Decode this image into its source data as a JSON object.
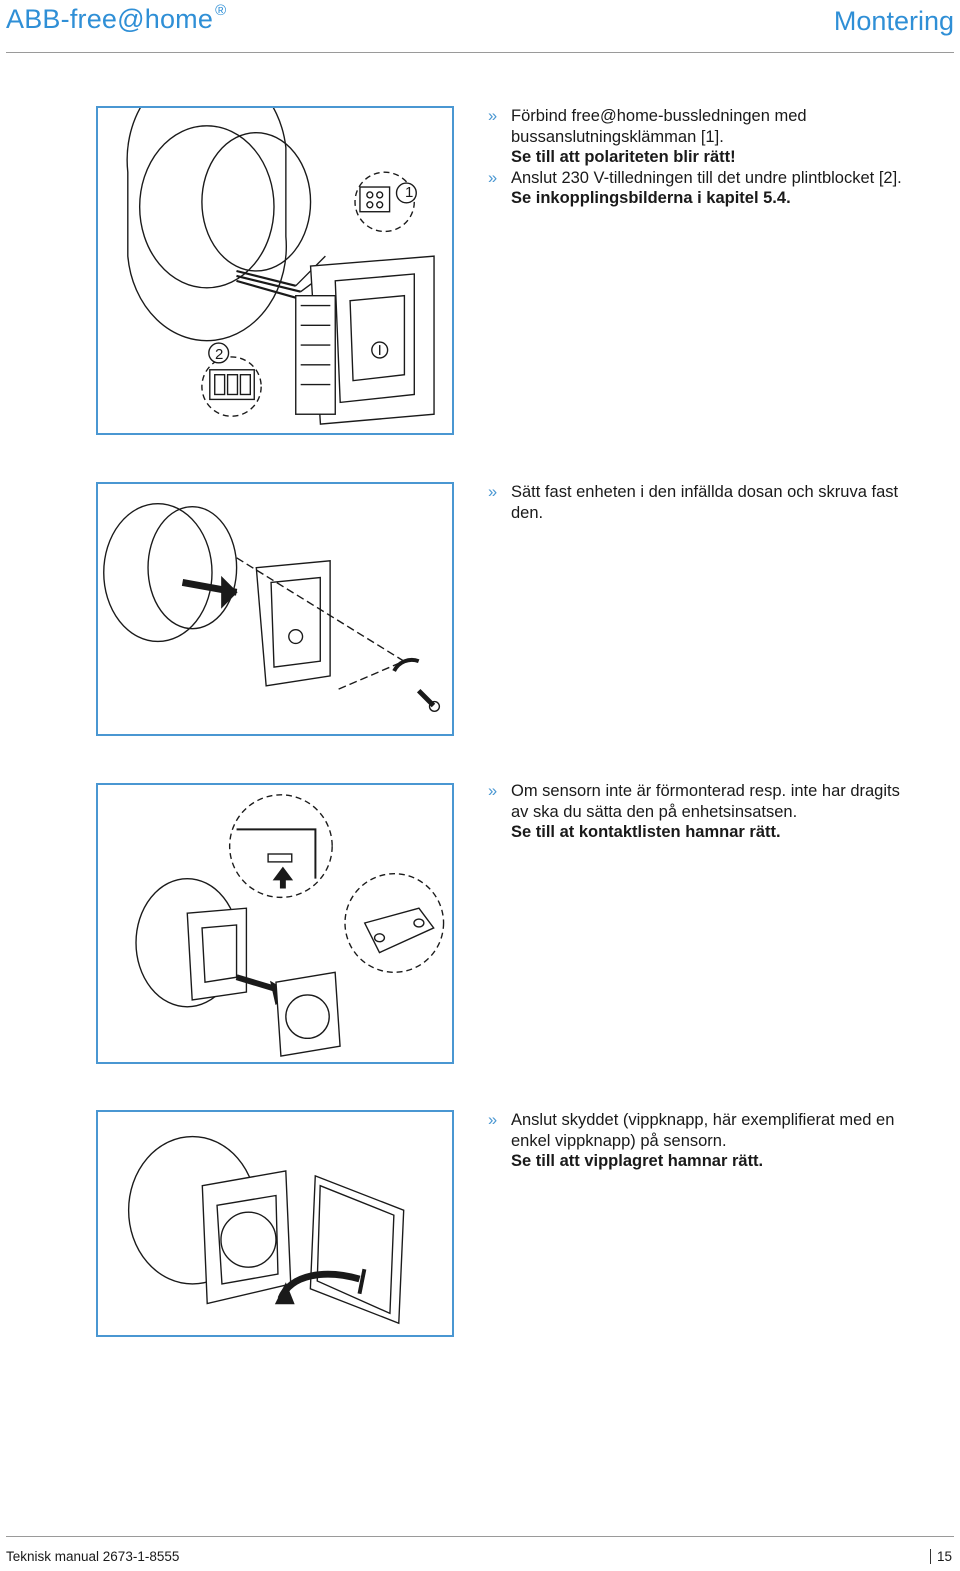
{
  "header": {
    "brand": "ABB-free@home",
    "brand_mark": "®",
    "section": "Montering"
  },
  "steps": [
    {
      "lines": [
        {
          "bullet": "»",
          "text": "Förbind free@home-bussledningen med bussanslutningsklämman [1].",
          "note": "Se till att polariteten blir rätt!"
        },
        {
          "bullet": "»",
          "text": "Anslut 230 V-tilledningen till det undre plintblocket [2].",
          "note": "Se inkopplingsbilderna i kapitel 5.4."
        }
      ],
      "figure_labels": [
        "1",
        "2"
      ]
    },
    {
      "lines": [
        {
          "bullet": "»",
          "text": "Sätt fast enheten i den infällda dosan och skruva fast den.",
          "note": ""
        }
      ]
    },
    {
      "lines": [
        {
          "bullet": "»",
          "text": "Om sensorn inte är förmonterad resp. inte har dragits av ska du sätta den på enhetsinsatsen.",
          "note": "Se till at kontaktlisten hamnar rätt."
        }
      ]
    },
    {
      "lines": [
        {
          "bullet": "»",
          "text": "Anslut skyddet (vippknapp, här exemplifierat med en enkel vippknapp) på sensorn.",
          "note": "Se till att vipplagret hamnar rätt."
        }
      ]
    }
  ],
  "footer": {
    "doc": "Teknisk manual 2673-1-8555",
    "page": "15"
  },
  "colors": {
    "accent": "#2f8fd6",
    "frame": "#4a97d2",
    "line": "#1a1a1a"
  }
}
